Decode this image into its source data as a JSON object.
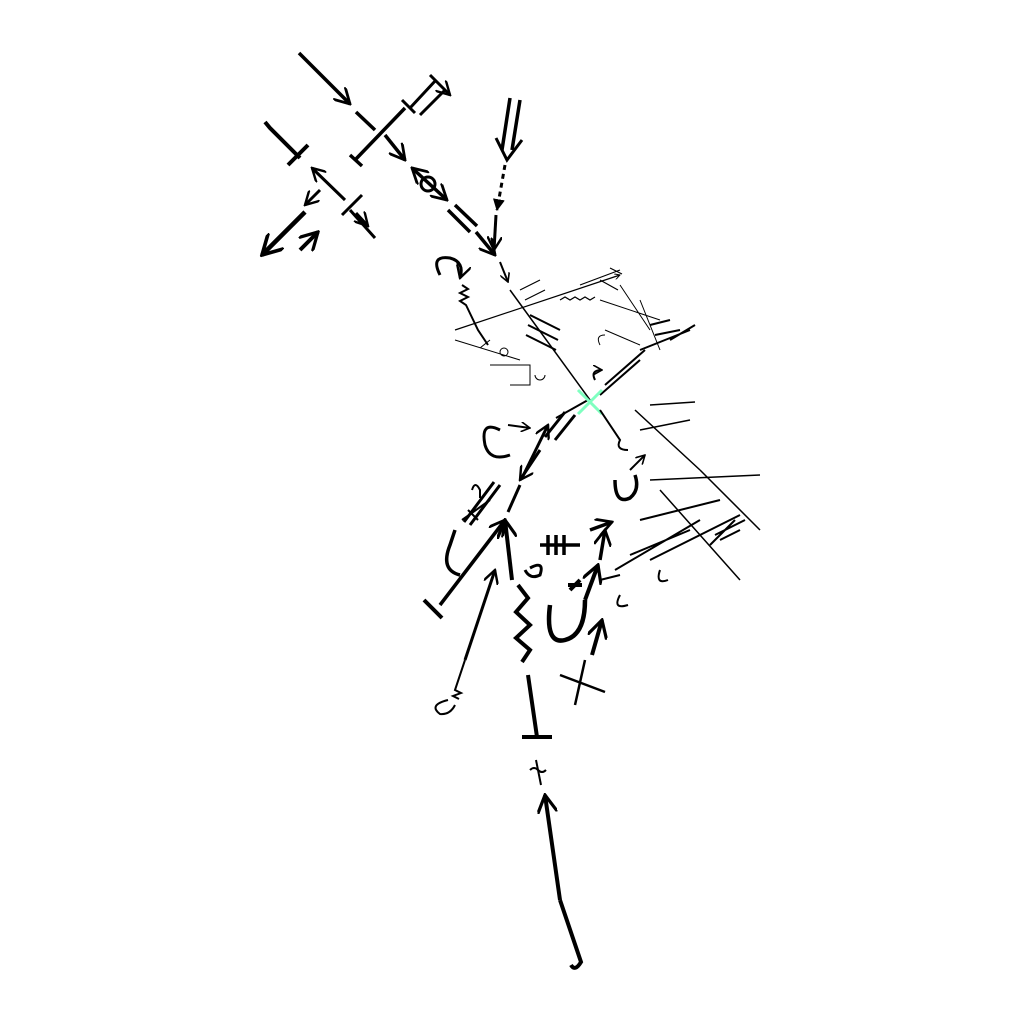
{
  "colors": {
    "background": "#ffffff",
    "stroke": "#000000",
    "center_marker": "#7fffc0"
  },
  "icons": [
    "arrow-glyph",
    "hook-glyph",
    "tee-glyph",
    "squiggle-glyph",
    "cross-marker"
  ]
}
